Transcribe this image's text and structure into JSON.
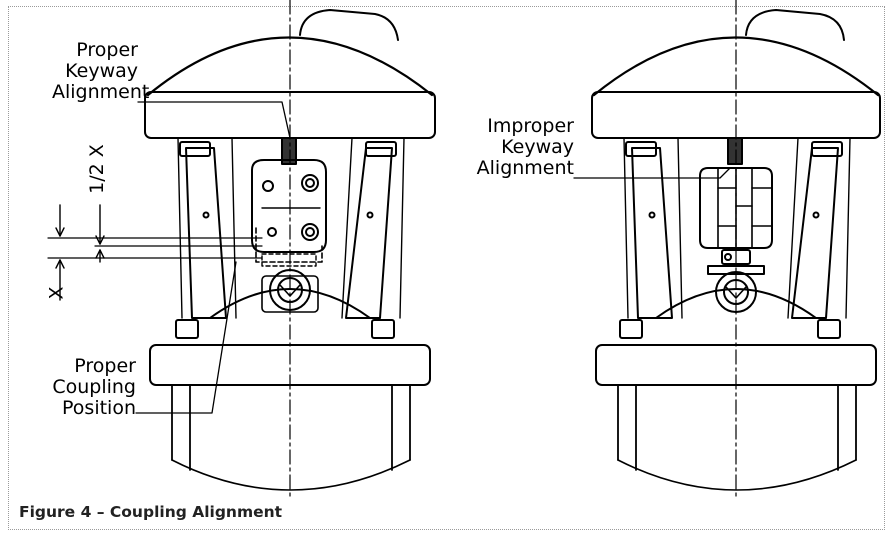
{
  "labels": {
    "proper_keyway": [
      "Proper",
      "Keyway",
      "Alignment"
    ],
    "improper_keyway": [
      "Improper",
      "Keyway",
      "Alignment"
    ],
    "proper_coupling": [
      "Proper",
      "Coupling",
      "Position"
    ],
    "dim_half_x": "1/2 X",
    "dim_x": "X"
  },
  "caption": "Figure 4 – Coupling Alignment"
}
